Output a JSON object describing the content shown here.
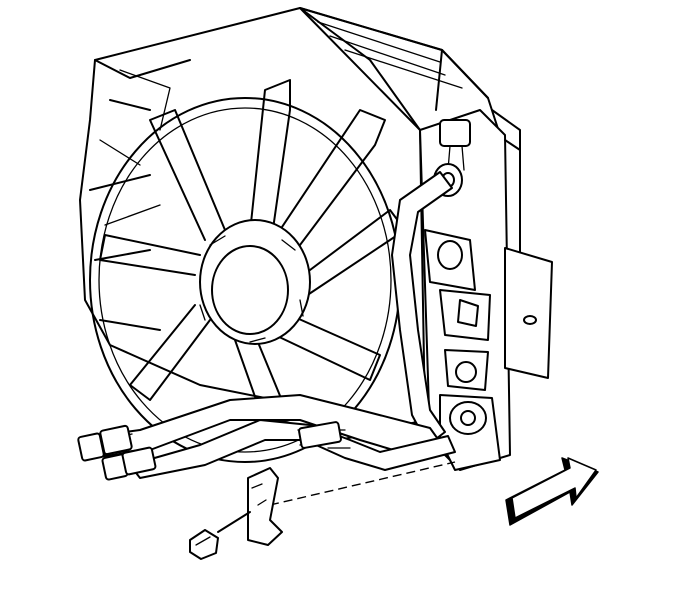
{
  "figure": {
    "components": [
      "fan-shroud",
      "cooling-fan",
      "radiator",
      "transmission-oil-cooler-lines",
      "cooler-line-bracket",
      "bracket-bolt",
      "direction-arrow"
    ],
    "arrow_direction": "forward-right",
    "colors": {
      "ink": "#000000",
      "paper": "#ffffff"
    }
  }
}
